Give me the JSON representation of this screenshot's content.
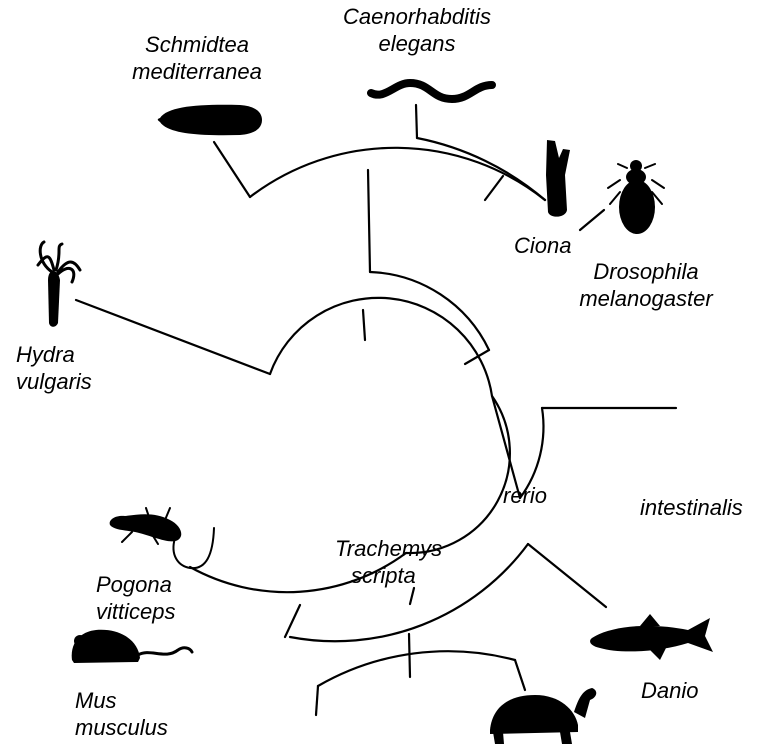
{
  "taxa": {
    "schmidtea": {
      "line1": "Schmidtea",
      "line2": "mediterranea",
      "icon": "flatworm-icon"
    },
    "caenorhabditis": {
      "line1": "Caenorhabditis",
      "line2": "elegans",
      "icon": "nematode-icon"
    },
    "ciona": {
      "line1": "Ciona",
      "line2": "intestinalis",
      "icon": "sea-squirt-icon"
    },
    "drosophila": {
      "line1": "Drosophila",
      "line2": "melanogaster",
      "icon": "fly-icon"
    },
    "hydra": {
      "line1": "Hydra",
      "line2": "vulgaris",
      "icon": "hydra-icon"
    },
    "danio": {
      "line1": "Danio",
      "line2": "rerio",
      "icon": "zebrafish-icon"
    },
    "trachemys": {
      "line1": "Trachemys",
      "line2": "scripta",
      "icon": "turtle-icon"
    },
    "pogona": {
      "line1": "Pogona",
      "line2": "vitticeps",
      "icon": "lizard-icon"
    },
    "mus": {
      "line1": "Mus",
      "line2": "musculus",
      "icon": "mouse-icon"
    }
  }
}
